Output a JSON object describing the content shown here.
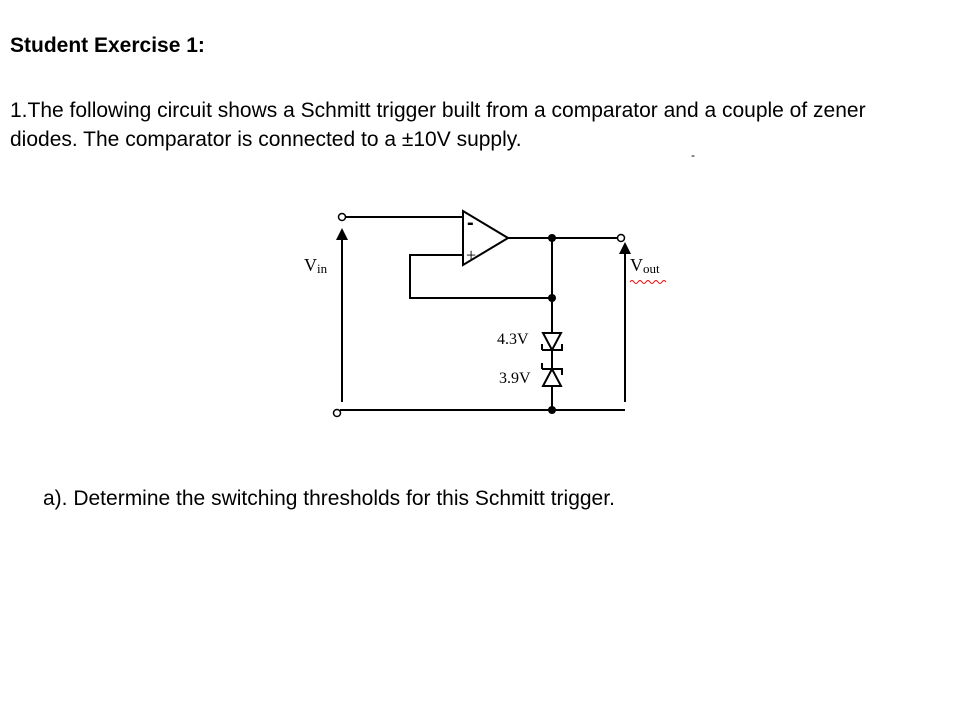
{
  "slide": {
    "title": "Student Exercise 1:",
    "intro": "1.The following circuit shows a Schmitt trigger built from a comparator and a couple of zener diodes. The comparator is connected to a ±10V supply.",
    "stray_mark": "-",
    "question": "a). Determine the switching thresholds for this Schmitt trigger."
  },
  "circuit": {
    "vin_main": "V",
    "vin_sub": "in",
    "vout_main": "V",
    "vout_sub": "out",
    "minus_sign": "-",
    "plus_sign": "+",
    "zener_top_label": "4.3V",
    "zener_bottom_label": "3.9V"
  }
}
